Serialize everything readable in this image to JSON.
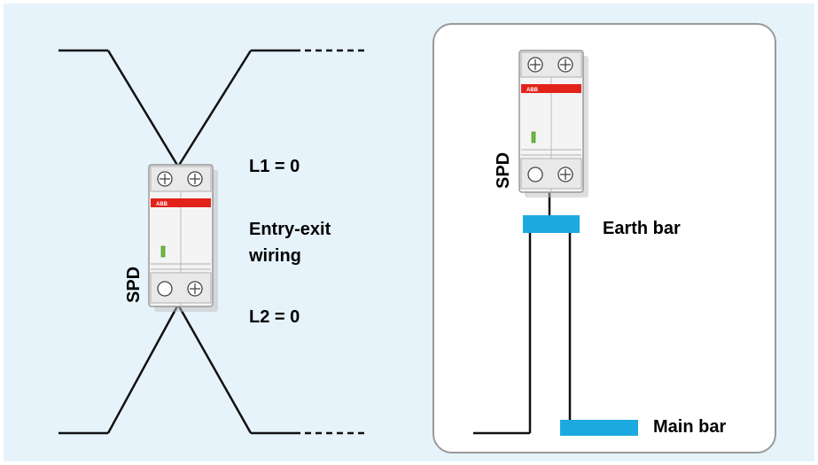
{
  "left": {
    "spd_label": "SPD",
    "l1_label": "L1 = 0",
    "entry_exit_label": "Entry-exit\nwiring",
    "l2_label": "L2 = 0",
    "device_brand": "ABB"
  },
  "right": {
    "spd_label": "SPD",
    "earth_bar_label": "Earth bar",
    "main_bar_label": "Main bar",
    "device_brand": "ABB"
  },
  "colors": {
    "background": "#e6f3fb",
    "bar": "#1ba9e0",
    "device_red": "#e2231a",
    "indicator_green": "#6abf3b"
  }
}
